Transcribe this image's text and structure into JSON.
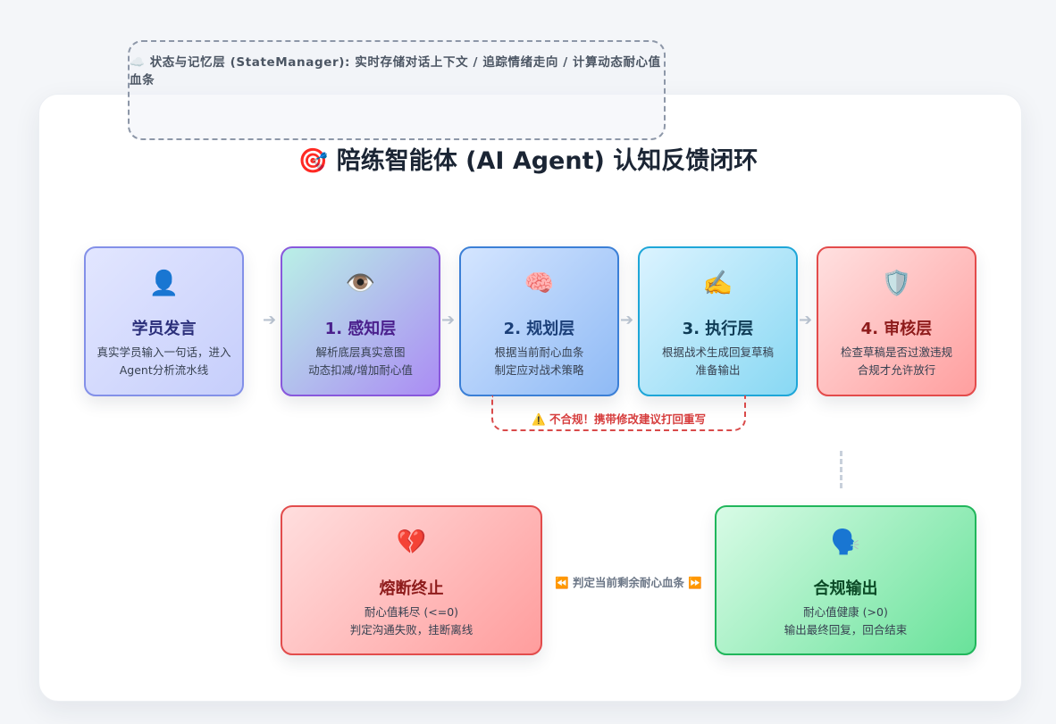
{
  "state_layer": {
    "text": "☁️ 状态与记忆层 (StateManager): 实时存储对话上下文 / 追踪情绪走向 / 计算动态耐心值血条"
  },
  "title": "🎯 陪练智能体 (AI Agent) 认知反馈闭环",
  "nodes": {
    "student": {
      "emoji": "👤",
      "name": "学员发言",
      "desc1": "真实学员输入一句话，进入",
      "desc2": "Agent分析流水线"
    },
    "perceive": {
      "emoji": "👁️",
      "name": "1. 感知层",
      "desc1": "解析底层真实意图",
      "desc2": "动态扣减/增加耐心值"
    },
    "plan": {
      "emoji": "🧠",
      "name": "2. 规划层",
      "desc1": "根据当前耐心血条",
      "desc2": "制定应对战术策略"
    },
    "exec": {
      "emoji": "✍️",
      "name": "3. 执行层",
      "desc1": "根据战术生成回复草稿",
      "desc2": "准备输出"
    },
    "audit": {
      "emoji": "🛡️",
      "name": "4. 审核层",
      "desc1": "检查草稿是否过激违规",
      "desc2": "合规才允许放行"
    },
    "fuse": {
      "emoji": "💔",
      "name": "熔断终止",
      "desc1": "耐心值耗尽 (<=0)",
      "desc2": "判定沟通失败，挂断离线"
    },
    "ok": {
      "emoji": "🗣️",
      "name": "合规输出",
      "desc1": "耐心值健康 (>0)",
      "desc2": "输出最终回复，回合结束"
    }
  },
  "arrow_glyph": "➔",
  "reject_label": "⚠️ 不合规！携带修改建议打回重写",
  "judge_label": "⏪ 判定当前剩余耐心血条 ⏩"
}
